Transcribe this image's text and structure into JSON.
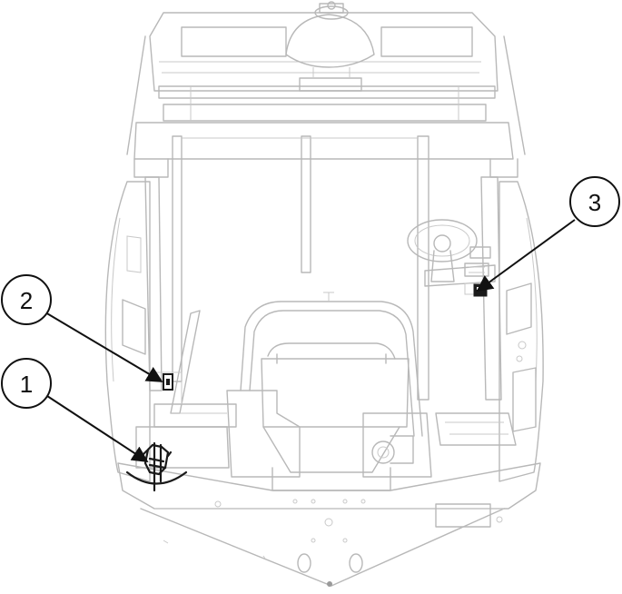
{
  "diagram": {
    "callouts": [
      {
        "id": "1",
        "label": "1"
      },
      {
        "id": "2",
        "label": "2"
      },
      {
        "id": "3",
        "label": "3"
      }
    ],
    "colors": {
      "line_art": "#b8b8b8",
      "callout": "#111111",
      "background": "#ffffff"
    }
  }
}
